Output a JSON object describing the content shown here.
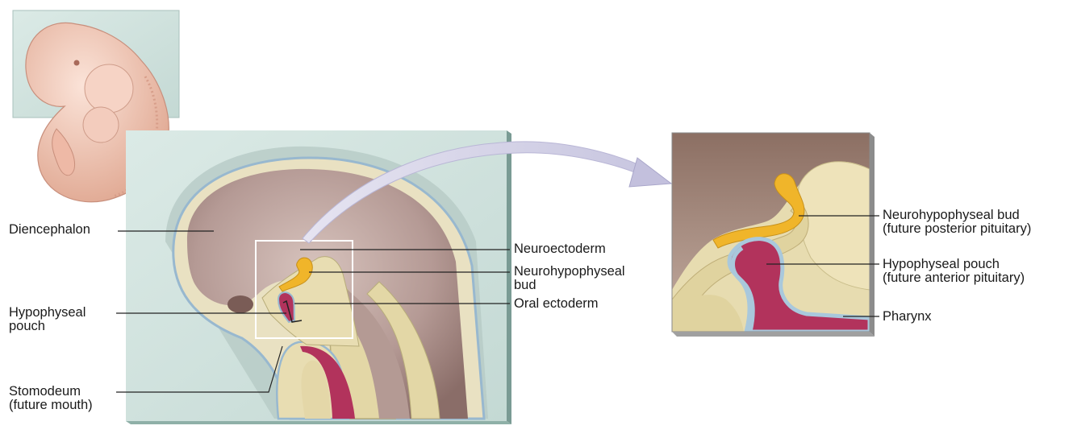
{
  "labels": {
    "diencephalon": "Diencephalon",
    "hypophyseal_pouch": "Hypophyseal\npouch",
    "stomodeum": "Stomodeum\n(future mouth)",
    "neuroectoderm": "Neuroectoderm",
    "neurohypophyseal_bud_left": "Neurohypophyseal\nbud",
    "oral_ectoderm": "Oral ectoderm",
    "neurohypophyseal_bud_right": "Neurohypophyseal bud\n(future posterior pituitary)",
    "hypophyseal_pouch_right": "Hypophyseal pouch\n(future anterior pituitary)",
    "pharynx": "Pharynx"
  },
  "colors": {
    "panel_bg": "#cfe2de",
    "brain": "#b59a95",
    "tissue": "#e7dcb0",
    "outline": "#9fbfd4",
    "oral_cavity": "#b2335c",
    "neurohypophyseal_bud": "#f0b52a",
    "embryo_skin": "#f2c5b4",
    "arrow": "#d2d0e6"
  }
}
